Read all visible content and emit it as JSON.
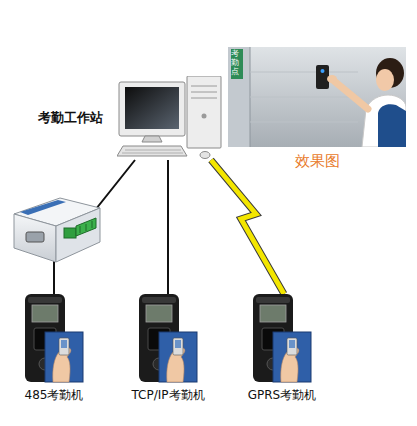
{
  "diagram": {
    "nodes": [
      {
        "text": [
          "考勤工作站"
        ]
      },
      {
        "text": [
          "效果图"
        ]
      },
      {
        "text": [
          "485考勤机"
        ]
      },
      {
        "text": [
          "TCP/IP考勤机"
        ]
      },
      {
        "text": [
          "GPRS考勤机"
        ]
      }
    ],
    "edges": [
      {
        "from": 0,
        "to": 2,
        "arrow": "none"
      },
      {
        "from": 0,
        "to": 3,
        "arrow": "none"
      },
      {
        "from": 0,
        "to": 4,
        "arrow": "none"
      }
    ],
    "labels": [
      "考勤点"
    ]
  }
}
